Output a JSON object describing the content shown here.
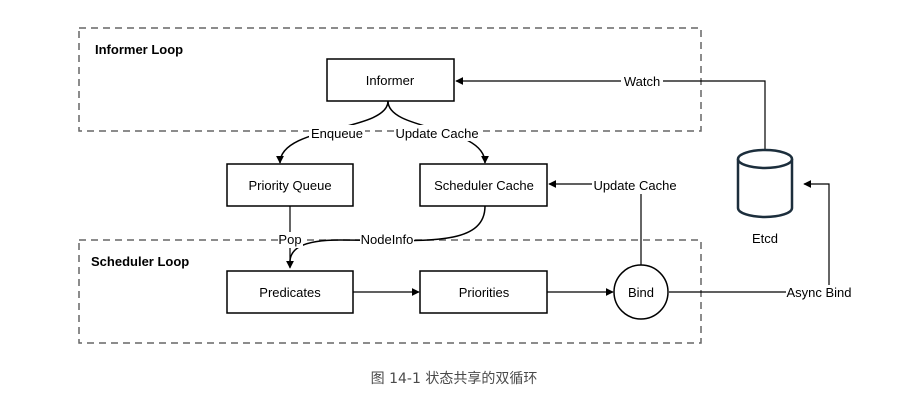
{
  "diagram": {
    "groups": {
      "informer_loop": "Informer Loop",
      "scheduler_loop": "Scheduler Loop"
    },
    "nodes": {
      "informer": "Informer",
      "priority_queue": "Priority Queue",
      "scheduler_cache": "Scheduler Cache",
      "predicates": "Predicates",
      "priorities": "Priorities",
      "bind": "Bind",
      "etcd": "Etcd"
    },
    "edge_labels": {
      "watch": "Watch",
      "enqueue": "Enqueue",
      "update_cache_informer": "Update Cache",
      "update_cache_bind": "Update Cache",
      "pop": "Pop",
      "nodeinfo": "NodeInfo",
      "async_bind": "Async Bind"
    }
  },
  "caption": "图 14-1 状态共享的双循环"
}
